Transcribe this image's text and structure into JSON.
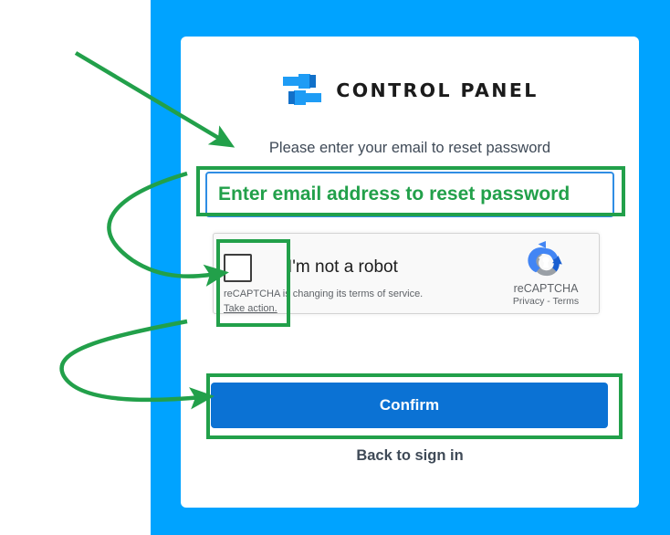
{
  "page": {
    "background_color": "#00A3FF",
    "card_background": "#FFFFFF"
  },
  "brand": {
    "logo_icon": "sliders-icon",
    "name": "CONTROL PANEL",
    "logo_color_light": "#1E9CF5",
    "logo_color_dark": "#1170C9"
  },
  "form": {
    "instruction": "Please enter your email to reset password",
    "email": {
      "placeholder": "Enter email address to reset password",
      "value": "",
      "border_color": "#2F8DE4",
      "text_color": "#22A04A"
    },
    "confirm_label": "Confirm",
    "confirm_color": "#0B72D4",
    "back_link": "Back to sign in"
  },
  "recaptcha": {
    "checkbox_label": "I'm not a robot",
    "checkbox_state": "unchecked",
    "notice_text": "reCAPTCHA is changing its terms of service.",
    "notice_link": "Take action.",
    "brand_name": "reCAPTCHA",
    "brand_legal": "Privacy - Terms",
    "logo_icon": "recaptcha-arrows-icon"
  },
  "annotations": {
    "highlight_color": "#22A04A",
    "boxes": [
      {
        "name": "email-input-highlight"
      },
      {
        "name": "recaptcha-checkbox-highlight"
      },
      {
        "name": "confirm-button-highlight"
      }
    ],
    "arrows": [
      {
        "name": "arrow-to-instruction",
        "style": "straight"
      },
      {
        "name": "arrow-to-recaptcha-checkbox",
        "style": "curved"
      },
      {
        "name": "arrow-to-confirm-button",
        "style": "curved"
      }
    ]
  }
}
